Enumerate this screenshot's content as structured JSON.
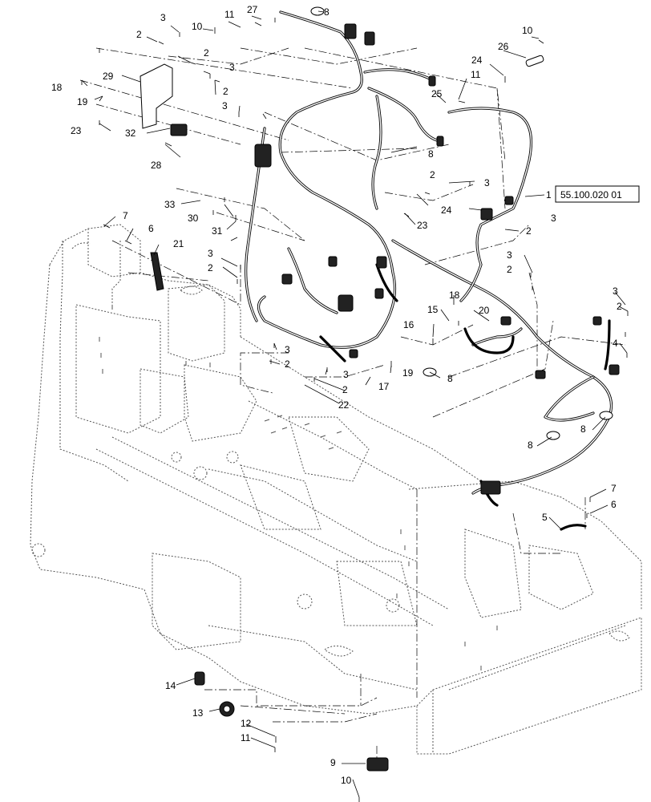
{
  "diagram": {
    "reference_box": "55.100.020 01",
    "callouts": [
      {
        "id": "c3a",
        "label": "3"
      },
      {
        "id": "c2a",
        "label": "2"
      },
      {
        "id": "c10a",
        "label": "10"
      },
      {
        "id": "c11a",
        "label": "11"
      },
      {
        "id": "c27",
        "label": "27"
      },
      {
        "id": "c8a",
        "label": "8"
      },
      {
        "id": "c10b",
        "label": "10"
      },
      {
        "id": "c2b",
        "label": "2"
      },
      {
        "id": "c3b",
        "label": "3"
      },
      {
        "id": "c26",
        "label": "26"
      },
      {
        "id": "c24a",
        "label": "24"
      },
      {
        "id": "c29",
        "label": "29"
      },
      {
        "id": "c18a",
        "label": "18"
      },
      {
        "id": "c19a",
        "label": "19"
      },
      {
        "id": "c11b",
        "label": "11"
      },
      {
        "id": "c25",
        "label": "25"
      },
      {
        "id": "c2c",
        "label": "2"
      },
      {
        "id": "c3c",
        "label": "3"
      },
      {
        "id": "c23a",
        "label": "23"
      },
      {
        "id": "c32",
        "label": "32"
      },
      {
        "id": "c8b",
        "label": "8"
      },
      {
        "id": "c28",
        "label": "28"
      },
      {
        "id": "c2d",
        "label": "2"
      },
      {
        "id": "c3d",
        "label": "3"
      },
      {
        "id": "c1",
        "label": "1"
      },
      {
        "id": "c33",
        "label": "33"
      },
      {
        "id": "c24b",
        "label": "24"
      },
      {
        "id": "c3e",
        "label": "3"
      },
      {
        "id": "c30",
        "label": "30"
      },
      {
        "id": "c23b",
        "label": "23"
      },
      {
        "id": "c7a",
        "label": "7"
      },
      {
        "id": "c31",
        "label": "31"
      },
      {
        "id": "c2e",
        "label": "2"
      },
      {
        "id": "c6a",
        "label": "6"
      },
      {
        "id": "c21",
        "label": "21"
      },
      {
        "id": "c3f",
        "label": "3"
      },
      {
        "id": "c2f",
        "label": "2"
      },
      {
        "id": "c3g",
        "label": "3"
      },
      {
        "id": "c2g",
        "label": "2"
      },
      {
        "id": "c18b",
        "label": "18"
      },
      {
        "id": "c3h",
        "label": "3"
      },
      {
        "id": "c15",
        "label": "15"
      },
      {
        "id": "c20",
        "label": "20"
      },
      {
        "id": "c2h",
        "label": "2"
      },
      {
        "id": "c16",
        "label": "16"
      },
      {
        "id": "c4",
        "label": "4"
      },
      {
        "id": "c3i",
        "label": "3"
      },
      {
        "id": "c2i",
        "label": "2"
      },
      {
        "id": "c3j",
        "label": "3"
      },
      {
        "id": "c19b",
        "label": "19"
      },
      {
        "id": "c8c",
        "label": "8"
      },
      {
        "id": "c2j",
        "label": "2"
      },
      {
        "id": "c17",
        "label": "17"
      },
      {
        "id": "c22",
        "label": "22"
      },
      {
        "id": "c8d",
        "label": "8"
      },
      {
        "id": "c8e",
        "label": "8"
      },
      {
        "id": "c7b",
        "label": "7"
      },
      {
        "id": "c6b",
        "label": "6"
      },
      {
        "id": "c5",
        "label": "5"
      },
      {
        "id": "c14",
        "label": "14"
      },
      {
        "id": "c13",
        "label": "13"
      },
      {
        "id": "c12",
        "label": "12"
      },
      {
        "id": "c11c",
        "label": "11"
      },
      {
        "id": "c9",
        "label": "9"
      },
      {
        "id": "c10c",
        "label": "10"
      }
    ]
  }
}
